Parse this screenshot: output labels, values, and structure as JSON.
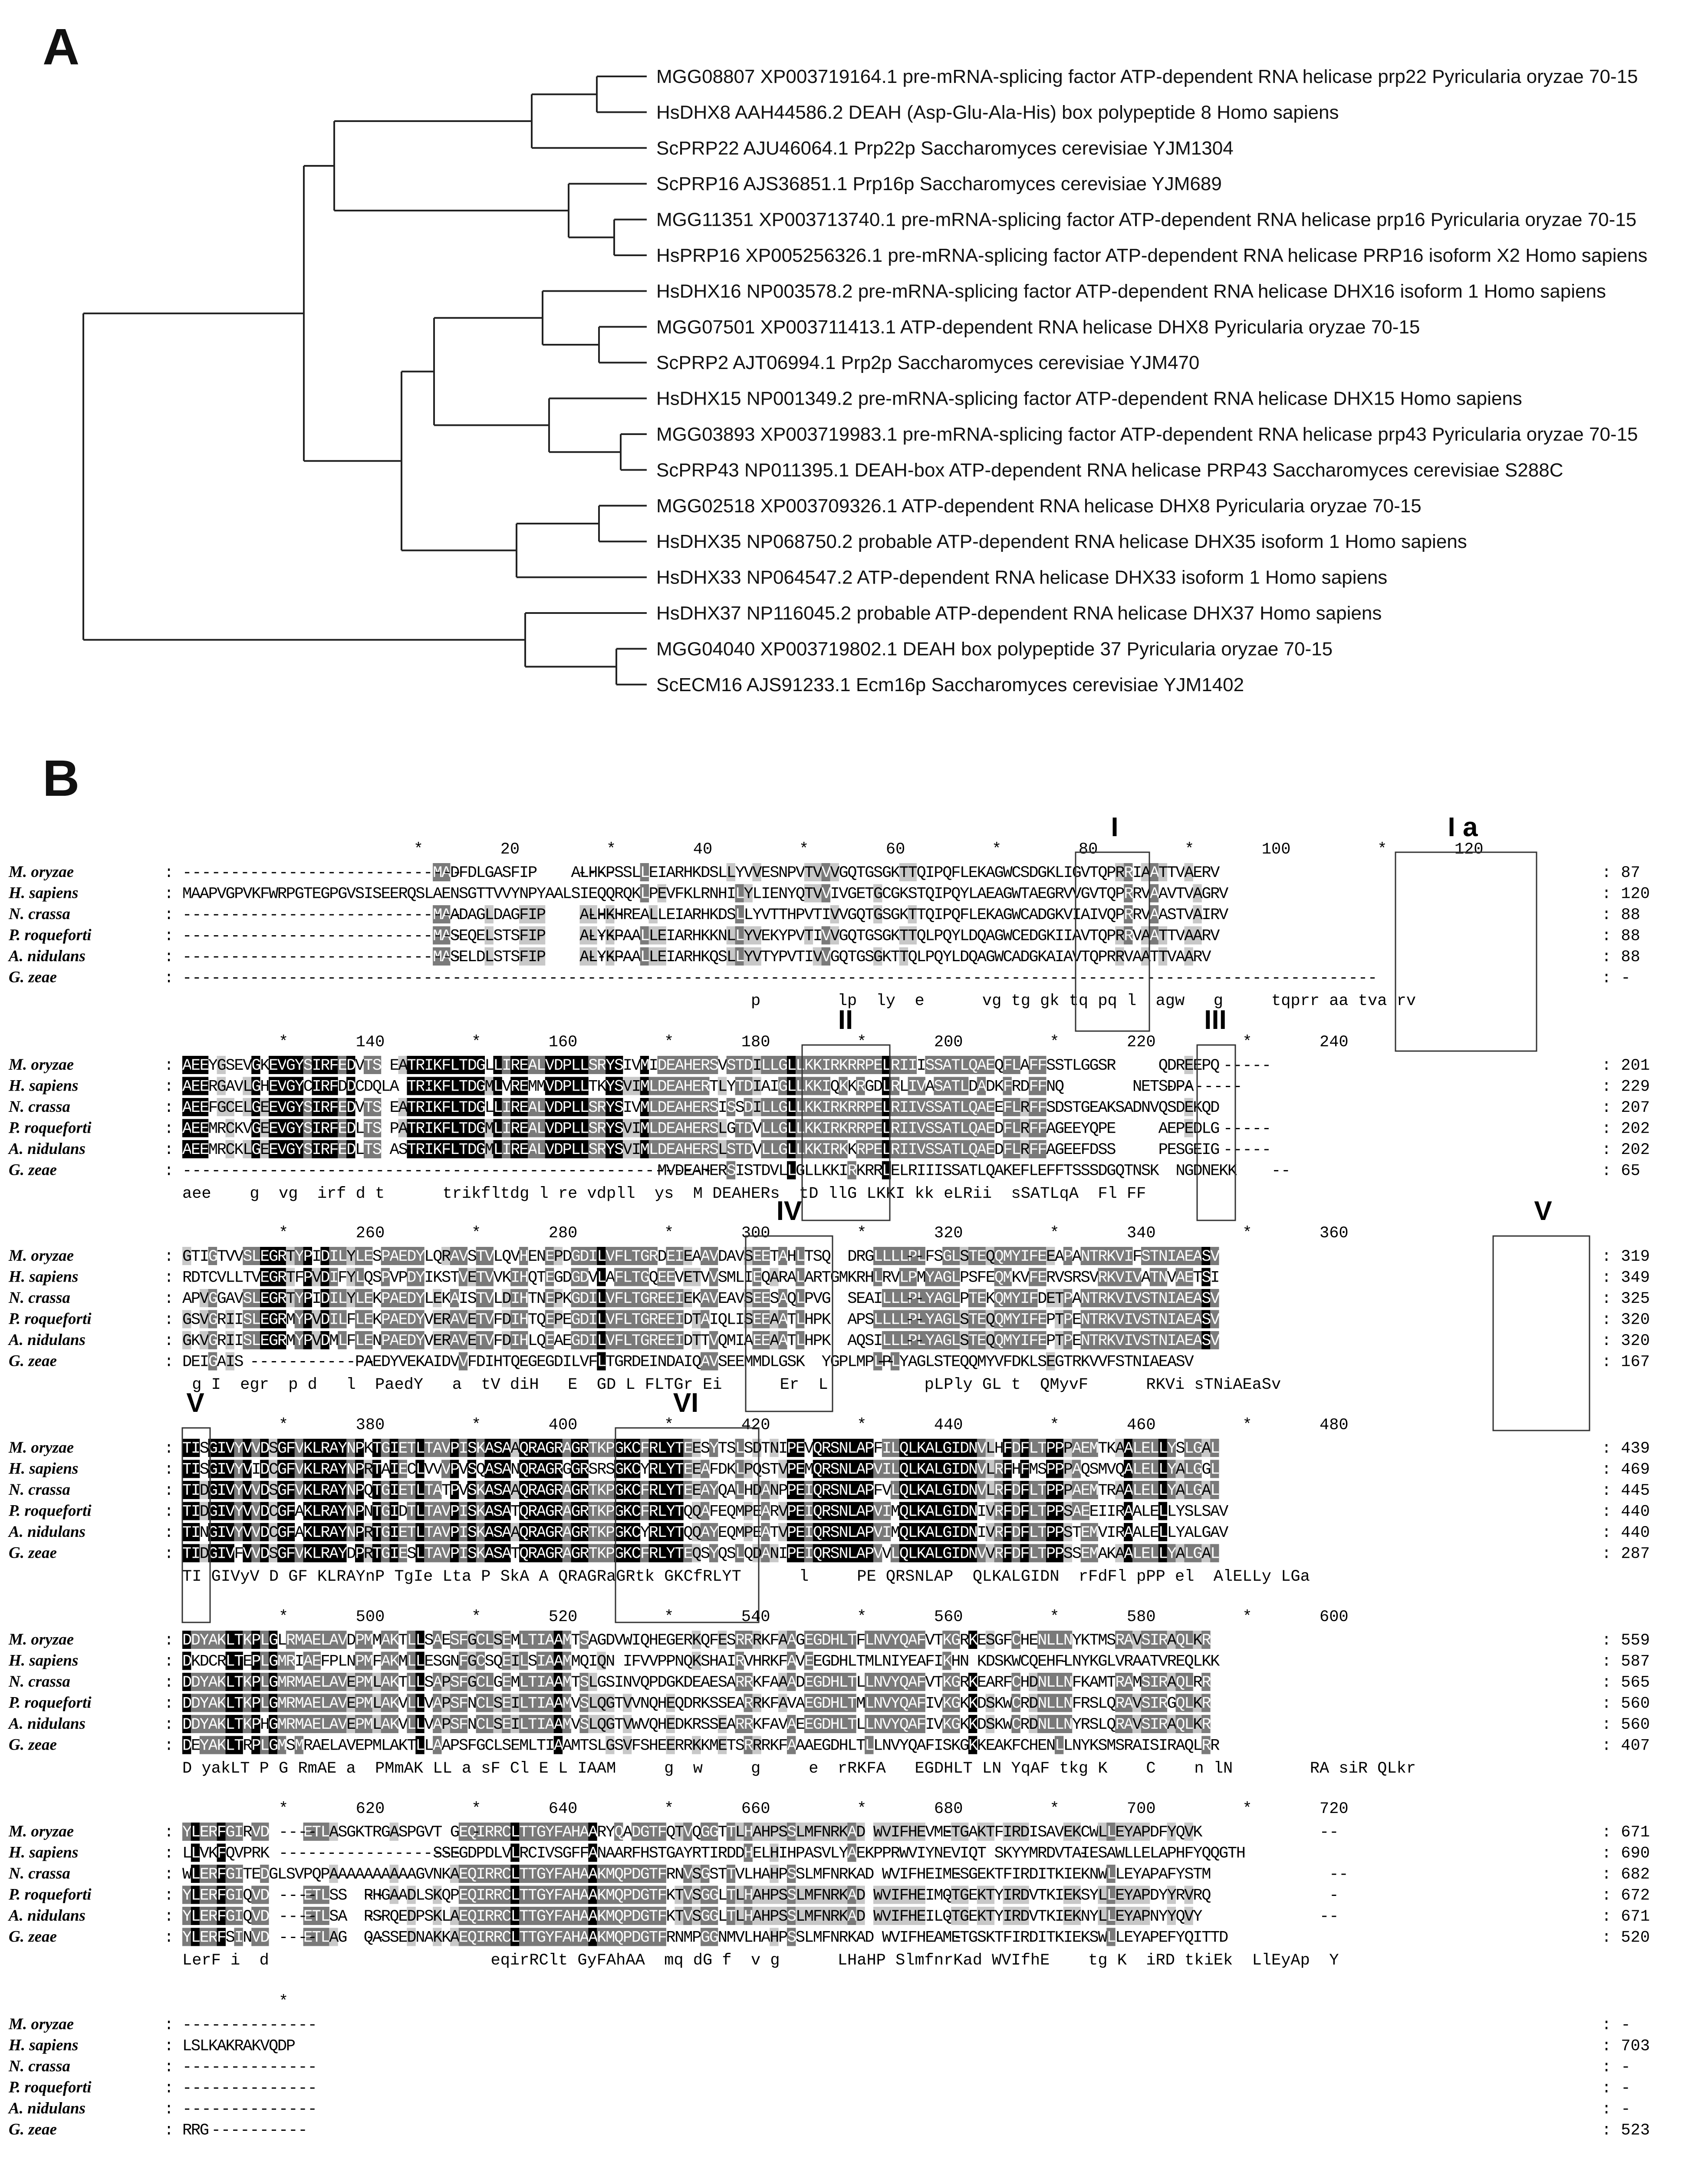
{
  "figure": {
    "panel_a": "A",
    "panel_b": "B"
  },
  "tree": {
    "leaves": [
      "MGG08807 XP003719164.1 pre-mRNA-splicing factor ATP-dependent RNA helicase prp22 Pyricularia oryzae 70-15",
      "HsDHX8 AAH44586.2 DEAH (Asp-Glu-Ala-His) box polypeptide 8 Homo sapiens",
      "ScPRP22 AJU46064.1 Prp22p Saccharomyces cerevisiae YJM1304",
      "ScPRP16 AJS36851.1 Prp16p Saccharomyces cerevisiae YJM689",
      "MGG11351 XP003713740.1 pre-mRNA-splicing factor ATP-dependent RNA helicase prp16 Pyricularia oryzae 70-15",
      "HsPRP16 XP005256326.1 pre-mRNA-splicing factor ATP-dependent RNA helicase PRP16 isoform X2 Homo sapiens",
      "HsDHX16 NP003578.2 pre-mRNA-splicing factor ATP-dependent RNA helicase DHX16 isoform 1 Homo sapiens",
      "MGG07501 XP003711413.1 ATP-dependent RNA helicase DHX8 Pyricularia oryzae 70-15",
      "ScPRP2 AJT06994.1 Prp2p Saccharomyces cerevisiae YJM470",
      "HsDHX15 NP001349.2 pre-mRNA-splicing factor ATP-dependent RNA helicase DHX15 Homo sapiens",
      "MGG03893 XP003719983.1 pre-mRNA-splicing factor ATP-dependent RNA helicase prp43 Pyricularia oryzae 70-15",
      "ScPRP43 NP011395.1 DEAH-box ATP-dependent RNA helicase PRP43 Saccharomyces cerevisiae S288C",
      "MGG02518 XP003709326.1 ATP-dependent RNA helicase DHX8 Pyricularia oryzae 70-15",
      "HsDHX35 NP068750.2 probable ATP-dependent RNA helicase DHX35 isoform 1 Homo sapiens",
      "HsDHX33 NP064547.2 ATP-dependent RNA helicase DHX33 isoform 1 Homo sapiens",
      "HsDHX37 NP116045.2 probable ATP-dependent RNA helicase DHX37 Homo sapiens",
      "MGG04040 XP003719802.1 DEAH box polypeptide 37 Pyricularia oryzae 70-15",
      "ScECM16 AJS91233.1 Ecm16p Saccharomyces cerevisiae YJM1402"
    ]
  },
  "alignment": {
    "species": [
      "M. oryzae",
      "H. sapiens",
      "N. crassa",
      "P. roqueforti",
      "A. nidulans",
      "G. zeae"
    ],
    "blocks": [
      {
        "ruler": "                        *        20         *        40         *        60         *        80         *       100         *       120",
        "motifs": [
          {
            "label": "I"
          },
          {
            "label": "I a"
          }
        ],
        "rows": [
          {
            "seq": "-----------------------------MADFDLGASFIP----ALHKPSSLLEIARHKDSLLYVVESNPVTVVVGQTGSGKTTQIPQFLEKAGWCSDGKLIGVTQPRRIAATTVAERV",
            "end": ": 87"
          },
          {
            "seq": "MAAPVGPVKFWRPGTEGPGVSISEERQSLAENSGTTVVYNPYAALSIEQQRQKLPEVFKLRNHILYLIENYQTVVIVGETGCGKSTQIPQYLAEAGWTAEGRVVGVTQPRRVAAVTVAGRV",
            "end": ": 120"
          },
          {
            "seq": "-----------------------------MAADAGLDAGFIP----ALHKHREALLEIARHKDSLLYVTTHPVTIVVGQTGSGKTTQIPQFLEKAGWCADGKVIAIVQPRRVAASTVAIRV",
            "end": ": 88"
          },
          {
            "seq": "-----------------------------MASEQELSTSFIP----ALYKPAALLEIARHKKNLLYVEKYPVTIVVGQTGSGKTTQLPQYLDQAGWCEDGKIIAVTQPRRVAATTVAARV",
            "end": ": 88"
          },
          {
            "seq": "-----------------------------MASELDLSTSFIP----ALYKPAALLEIARHKQSLLYVTYPVTIVVGQTGSGKTTQLPQYLDQAGWCADGKAIAVTQPRRVAATTVAARV",
            "end": ": 88"
          },
          {
            "seq": "----------------------------------------------------------------------------------------------------------------------------",
            "end": ": -"
          }
        ],
        "consensus": "                                                           p        lp  ly  e      vg tg gk tq pq l  agw   g     tqprr aa tva rv"
      },
      {
        "ruler": "          *       140         *       160         *       180         *       200         *       220         *       240",
        "motifs": [
          {
            "label": "II"
          },
          {
            "label": "III"
          }
        ],
        "rows": [
          {
            "seq": "AEEYGSEVGKEVGYSIRFEDVTS-EATRIKFLTDGLLIREALVDPLLSRYSIVMIDEAHERSVSTDILLGLLKKIRKRRPELRIIISSATLQAEQFLAFFSSTLGGSR-----QDREEPQ",
            "end": ": 201"
          },
          {
            "seq": "AEERGAVLGHEVGYCIRFDDCDQLA-TRIKFLTDGMLVREMMVDPLLTKYSVIMLDEAHERTLYTDIAIGLLKKIQKKRGDLRLIVASATLDADKFRDFFNQ--------NETSDPA",
            "end": ": 229"
          },
          {
            "seq": "AEEFGCELGEEVGYSIRFEDVTS-EATRIKFLTDGLLIREALVDPLLSRYSIVMLDEAHERSISSDILLGLLKKIRKRRPELRIIVSSATLQAEEFLRFFSDSTGEAKSADNVQSDEKQD",
            "end": ": 207"
          },
          {
            "seq": "AEEMRCKVGEEVGYSIRFEDLTS-PATRIKFLTDGMLIREALVDPLLSRYSVIMLDEAHERSLGTDVLLGLLKKIRKRRPELRIIVSSATLQAEDFLRFFAGEEYQPE-----AEPEDLG",
            "end": ": 202"
          },
          {
            "seq": "AEEMRCKLGEEVGYSIRFEDLTS-ASTRIKFLTDGMLIREALVDPLLSRYSVIMLDEAHERSLSTDVLLGLLKKIRKKRPELRIIVSSATLQAEDFLRFFAGEEFDSS-----PESGEIG",
            "end": ": 202"
          },
          {
            "seq": "-------------------------------------------------------MVDEAHERSISTDVLLGLLKKIRKRRLELRIIISSATLQAKEFLEFFTSSSDGQTNSK--NGDNEKK",
            "end": ": 65"
          }
        ],
        "consensus": "aee    g  vg  irf d t      trikfltdg l re vdpll  ys  M DEAHERs  tD llG LKKI kk eLRii  sSATLqA  Fl FF"
      },
      {
        "ruler": "          *       260         *       280         *       300         *       320         *       340         *       360",
        "motifs": [
          {
            "label": "IV"
          },
          {
            "label": "V"
          }
        ],
        "rows": [
          {
            "seq": "GTIGTVVSLEGRTYPIDILYLESPAEDYLQRAVSTVLQVHENEPDGDILVFLTGRDEIEAAVDAVSEETAHLTSQ--DRGLLLLPLFSGLSTEQQMYIFEEAPANTRKVIFSTNIAEASV",
            "end": ": 319"
          },
          {
            "seq": "RDTCVLLTVEGRTFPVDIFYLQSPVPDYIKSTVETVVKIHQTEGDGDVLAFLTGQEEVETVVSMLIEQARALARTGMKRHLRVLPMYAGLPSFEQMKVFERVSRSVRKVIVATNVAETSI",
            "end": ": 349"
          },
          {
            "seq": "APVGGAVSLEGRTYPIDILYLEKPAEDYLEKAISTVLDIHTNEPKGDILVFLTGREEIEKAVEAVSEESAQLPVG--SEAILLLPLYAGLPTEKQMYIFDETPANTRKVIVSTNIAEASV",
            "end": ": 325"
          },
          {
            "seq": "GSVGRIISLEGRMYPVDILFLEKPAEDYVERAVETVFDIHTQEPEGDILVFLTGREEIDTAIQLISEEAATLHPK--APSLLLLPLYAGLSTEQQMYIFEPTPENTRKVIVSTNIAEASV",
            "end": ": 320"
          },
          {
            "seq": "GKVGRIISLEGRMYPVDMLFLENPAEDYVERAVETVFDIHLQEAEGDILVFLTGREEIDTTVQMIAEEAATLHPK--AQSILLLPLYAGLSTEQQMYIFEPTPENTRKVIVSTNIAEASV",
            "end": ": 320"
          },
          {
            "seq": "DEIGAIS-------------PAEDYVEKAIDVVFDIHTQEGEGDILVFLTGRDEINDAIQAVSEEMMDLGSK--YGPLMPLPLYAGLSTEQQMYVFDKLSEGTRKVVFSTNIAEASV",
            "end": ": 167"
          }
        ],
        "consensus": " g I  egr  p d   l  PaedY   a  tV diH   E  GD L FLTGr Ei      Er  L          pLPly GL t  QMyvF      RKVi sTNiAEaSv"
      },
      {
        "ruler": "          *       380         *       400         *       420         *       440         *       460         *       480",
        "motifs": [
          {
            "label": "V"
          },
          {
            "label": "VI"
          }
        ],
        "rows": [
          {
            "seq": "TISGIVYVVDSGFVKLRAYNPKTGIETLTAVPISKASAAQRAGRAGRTKPGKCFRLYTEESYTSLSDTNIPEVQRSNLAPFILQLKALGIDNVLHFDFLTPPPAEMTKAALELLYSLGAL",
            "end": ": 439"
          },
          {
            "seq": "TISGIVYVIDCGFVKLRAYNPRTAIECLVVVPVSQASANQRAGRGGRSRSGKCYRLYTEEAFDKLPQSTVPEMQRSNLAPVILQLKALGIDNVLRFHFMSPPPAQSMVQALELLYALGGL",
            "end": ": 469"
          },
          {
            "seq": "TIDGIVYVVDSGFVKLRAYNPQTGIETLTATPVSKASAAQRAGRAGRTKPGKCFRLYTEEAYQALHDANPPEIQRSNLAPFVLQLKALGIDNVLRFDFLTPPPAEMTRAALELLYALGAL",
            "end": ": 445"
          },
          {
            "seq": "TIDGIVYVVDCGFAKLRAYNPNTGIDTLTAVPISKASATQRAGRAGRTKPGKCFRLYTQQAFEQMPEARVPEIQRSNLAPVIMQLKALGIDNIVRFDFLTPPSAEEIIRAALELLYSLSAV",
            "end": ": 440"
          },
          {
            "seq": "TINGIVYVVDCGFAKLRAYNPRTGIETLTAVPISKASAAQRAGRAGRTKPGKCYRLYTQQAYEQMPEATVPEIQRSNLAPVIMQLKALGIDNIVRFDFLTPPSTEMVIRAALELLYALGAV",
            "end": ": 440"
          },
          {
            "seq": "TIDGIVFVVDSGFVKLRAYDPRTGIESLTAVPISKASATQRAGRAGRTKPGKCFRLYTEQSYQSLQDANIPEIQRSNLAPVVLQLKALGIDNVVRFDFLTPPSSEMAKAALELLYALGAL",
            "end": ": 287"
          }
        ],
        "consensus": "TI GIVyV D GF KLRAYnP TgIe Lta P SkA A QRAGRaGRtk GKCfRLYT      l     PE QRSNLAP  QLKALGIDN  rFdFl pPP el  AlELLy LGa"
      },
      {
        "ruler": "          *       500         *       520         *       540         *       560         *       580         *       600",
        "motifs": [],
        "rows": [
          {
            "seq": "DDYAKLTKPLGLRMAELAVDPMMAKTLLSAESFGCLSEMLTIAAMTSAGDVWIQHEGERKQFESRRRKFAAGEGDHLTFLNVYQAFVTKGRKESGFCHENLLNYKTMSRAVSIRAQLKR",
            "end": ": 559"
          },
          {
            "seq": "DKDCRLTEPLGMRIAEFPLNPMFAKMLLESGNFGCSQEILSIAAMMQIQN-IFVVPPNQKSHAIRVHRKFAVEEGDHLTMLNIYEAFIKHN-KDSKWCQEHFLNYKGLVRAATVREQLKK",
            "end": ": 587"
          },
          {
            "seq": "DDYAKLTKPLGMRMAELAVEPMLAKTLLSAPSFGCLGEMLTIAAMTSLGSINVQPDGKDEAESARRKFAAADEGDHLTLLNVYQAFVTKGRKEARFCHDNLLNFKAMTRAMSIRAQLRR",
            "end": ": 565"
          },
          {
            "seq": "DDYAKLTKPLGMRMAELAVEPMLAKVLLVAPSFNCLSEILTIAAMVSLQGTVVNQHEQDRKSSEARRKFAVAEGDHLTMLNVYQAFIVKGKKDSKWCRDNLLNFRSLQRAVSIRGQLKR",
            "end": ": 560"
          },
          {
            "seq": "DDYAKLTKPHGMRMAELAVEPMLAKVLLVAPSFNCLSEILTIAAMVSLQGTVWVQHEDKRSSEARRKFAVAEEGDHLTLLNVYQAFIVKGKKDSKWCRDNLLNYRSLQRAVSIRAQLKR",
            "end": ": 560"
          },
          {
            "seq": "DEYAKLTRPLGMSMRAELAVEPMLAKTLLAAPSFGCLSEMLTIAAMTSLGSVFSHEERRKKMETSRRRKFAAAEGDHLTLLNVYQAFISKGKKEAKFCHENLLNYKSMSRAISIRAQLRR",
            "end": ": 407"
          }
        ],
        "consensus": "D yakLT P G RmAE a  PMmAK LL a sF Cl E L IAAM     g  w     g     e  rRKFA   EGDHLT LN YqAF tkg K    C    n lN        RA siR QLkr"
      },
      {
        "ruler": "          *       620         *       640         *       660         *       680         *       700         *       720",
        "motifs": [],
        "rows": [
          {
            "seq": "YLERFGIRVD----ETLASGKTRGASPGVT-GEQIRRCLTTGYFAHAARYQADGTFQTVQGGTTLHAHPSSLMFNRKAD-WVIFHEVMETGAKTFIRDISAVEKCWLLEYAPDFYQVK--",
            "end": ": 671"
          },
          {
            "seq": "LLVKFQVPRK-------------------SSEGDPDLVLRCIVSGFFANAARFHSTGAYRTIRDDHELHIHPASVLYAEKPPRWVIYNEVIQT-SKYYMRDVTAIESAWLLELAPHFYQQGTH",
            "end": ": 690"
          },
          {
            "seq": "WLERFGITEDGLSVPQPAAAAAAAAAAGVNKAEQIRRCLTTGYFAHAAKMQPDGTFRNVSGSTTVLHAHPSSLMFNRKAD-WVIFHEIMESGEKTFIRDITKIEKNWLLEYAPAFYSTM--",
            "end": ": 682"
          },
          {
            "seq": "YLERFGIQVD----ETLSS--RHGAADLSKQPEQIRRCLTTGYFAHAAKMQPDGTFKTVSGGLTLHAHPSSLMFNRKAD-WVIFHEIMQTGEKTYIRDVTKIEKSYLLEYAPDYYRVRQ-",
            "end": ": 672"
          },
          {
            "seq": "YLERFGIQVD----ETLSA--RSRQEDPSKLAEQIRRCLTTGYFAHAAKMQPDGTFKTVSGGLTLHAHPSSLMFNRKAD-WVIFHEILQTGEKTYIRDVTKIEKNYLLEYAPNYYQVY--",
            "end": ": 671"
          },
          {
            "seq": "YLERFSINVD----ETLAG--QASSEDNAKKAEQIRRCLTTGYFAHAAKMQPDGTFRNMPGGNMVLHAHPSSLMFNRKAD-WVIFHEAMETGSKTFIRDITKIEKSWLLEYAPEFYQITTD",
            "end": ": 520"
          }
        ],
        "consensus": "LerF i  d                       eqirRClt GyFAhAA  mq dG f  v g      LHaHP SlmfnrKad WVIfhE    tg K  iRD tkiEk  LlEyAp  Y"
      },
      {
        "ruler": "          *",
        "motifs": [],
        "rows": [
          {
            "seq": "--------------",
            "end": ":  -"
          },
          {
            "seq": "LSLKAKRAKVQDP",
            "end": ": 703"
          },
          {
            "seq": "--------------",
            "end": ":  -"
          },
          {
            "seq": "--------------",
            "end": ":  -"
          },
          {
            "seq": "--------------",
            "end": ":  -"
          },
          {
            "seq": "RRG----------",
            "end": ": 523"
          }
        ],
        "consensus": ""
      }
    ]
  }
}
